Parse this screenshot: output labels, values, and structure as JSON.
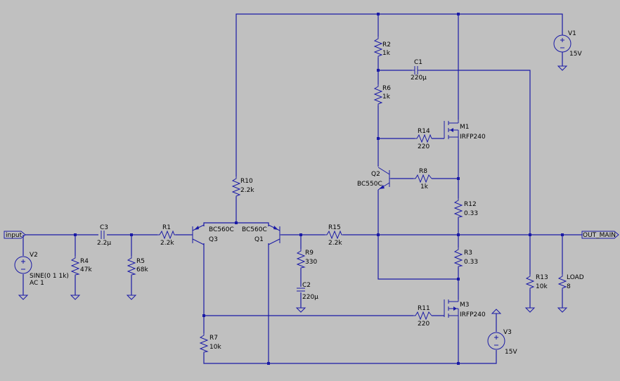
{
  "components": {
    "V1": {
      "ref": "V1",
      "value": "15V"
    },
    "V2": {
      "ref": "V2",
      "value": "SINE(0 1 1k)",
      "ac": "AC 1"
    },
    "V3": {
      "ref": "V3",
      "value": "15V"
    },
    "R1": {
      "ref": "R1",
      "value": "2.2k"
    },
    "R2": {
      "ref": "R2",
      "value": "1k"
    },
    "R3": {
      "ref": "R3",
      "value": "0.33"
    },
    "R4": {
      "ref": "R4",
      "value": "47k"
    },
    "R5": {
      "ref": "R5",
      "value": "68k"
    },
    "R6": {
      "ref": "R6",
      "value": "1k"
    },
    "R7": {
      "ref": "R7",
      "value": "10k"
    },
    "R8": {
      "ref": "R8",
      "value": "1k"
    },
    "R9": {
      "ref": "R9",
      "value": "330"
    },
    "R10": {
      "ref": "R10",
      "value": "2.2k"
    },
    "R11": {
      "ref": "R11",
      "value": "220"
    },
    "R12": {
      "ref": "R12",
      "value": "0.33"
    },
    "R13": {
      "ref": "R13",
      "value": "10k"
    },
    "R14": {
      "ref": "R14",
      "value": "220"
    },
    "R15": {
      "ref": "R15",
      "value": "2.2k"
    },
    "LOAD": {
      "ref": "LOAD",
      "value": "8"
    },
    "C1": {
      "ref": "C1",
      "value": "220µ"
    },
    "C2": {
      "ref": "C2",
      "value": "220µ"
    },
    "C3": {
      "ref": "C3",
      "value": "2.2µ"
    },
    "Q1": {
      "ref": "Q1",
      "model": "BC560C"
    },
    "Q2": {
      "ref": "Q2",
      "model": "BC550C"
    },
    "Q3": {
      "ref": "Q3",
      "model": "BC560C"
    },
    "M1": {
      "ref": "M1",
      "model": "IRFP240"
    },
    "M3": {
      "ref": "M3",
      "model": "IRFP240"
    }
  },
  "ports": {
    "input": "input",
    "output": "OUT_MAIN"
  }
}
